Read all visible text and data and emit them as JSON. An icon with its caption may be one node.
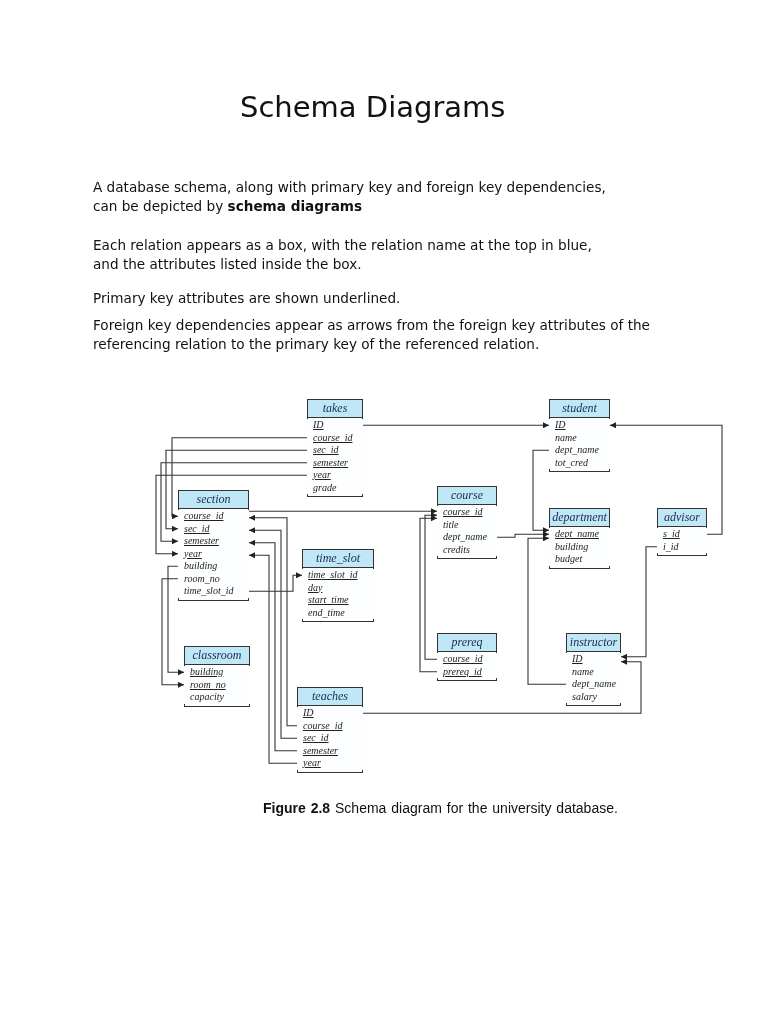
{
  "diagram": {
    "title": "Schema Diagrams",
    "caption": "**Figure 2.8** Schema diagram for the university database.",
    "labels": [
      "A database schema, along with primary key and foreign key dependencies, can be depicted by **schema diagrams**",
      "Each relation appears as a box, with the relation name at the top in blue, and the attributes listed inside the box.",
      "Primary key attributes are shown underlined.",
      "Foreign key dependencies appear as arrows from the foreign key attributes of the referencing relation to the primary key of the referenced relation."
    ],
    "nodes": [
      {
        "text": [
          "takes"
        ]
      },
      {
        "text": [
          "ID"
        ],
        "in": 0
      },
      {
        "text": [
          "course_id"
        ],
        "in": 0
      },
      {
        "text": [
          "sec_id"
        ],
        "in": 0
      },
      {
        "text": [
          "semester"
        ],
        "in": 0
      },
      {
        "text": [
          "year"
        ],
        "in": 0
      },
      {
        "text": [
          "grade"
        ],
        "in": 0
      },
      {
        "text": [
          "student"
        ]
      },
      {
        "text": [
          "ID"
        ],
        "in": 7
      },
      {
        "text": [
          "name"
        ],
        "in": 7
      },
      {
        "text": [
          "dept_name"
        ],
        "in": 7
      },
      {
        "text": [
          "tot_cred"
        ],
        "in": 7
      },
      {
        "text": [
          "section"
        ]
      },
      {
        "text": [
          "course_id"
        ],
        "in": 12
      },
      {
        "text": [
          "sec_id"
        ],
        "in": 12
      },
      {
        "text": [
          "semester"
        ],
        "in": 12
      },
      {
        "text": [
          "year"
        ],
        "in": 12
      },
      {
        "text": [
          "building"
        ],
        "in": 12
      },
      {
        "text": [
          "room_no"
        ],
        "in": 12
      },
      {
        "text": [
          "time_slot_id"
        ],
        "in": 12
      },
      {
        "text": [
          "course"
        ]
      },
      {
        "text": [
          "course_id"
        ],
        "in": 20
      },
      {
        "text": [
          "title"
        ],
        "in": 20
      },
      {
        "text": [
          "dept_name"
        ],
        "in": 20
      },
      {
        "text": [
          "credits"
        ],
        "in": 20
      },
      {
        "text": [
          "department"
        ]
      },
      {
        "text": [
          "dept_name"
        ],
        "in": 25
      },
      {
        "text": [
          "building"
        ],
        "in": 25
      },
      {
        "text": [
          "budget"
        ],
        "in": 25
      },
      {
        "text": [
          "advisor"
        ]
      },
      {
        "text": [
          "s_id"
        ],
        "in": 29
      },
      {
        "text": [
          "i_id"
        ],
        "in": 29
      },
      {
        "text": [
          "time_slot"
        ]
      },
      {
        "text": [
          "time_slot_id"
        ],
        "in": 32
      },
      {
        "text": [
          "day"
        ],
        "in": 32
      },
      {
        "text": [
          "start_time"
        ],
        "in": 32
      },
      {
        "text": [
          "end_time"
        ],
        "in": 32
      },
      {
        "text": [
          "classroom"
        ]
      },
      {
        "text": [
          "building"
        ],
        "in": 37
      },
      {
        "text": [
          "room_no"
        ],
        "in": 37
      },
      {
        "text": [
          "capacity"
        ],
        "in": 37
      },
      {
        "text": [
          "prereq"
        ]
      },
      {
        "text": [
          "course_id"
        ],
        "in": 41
      },
      {
        "text": [
          "prereq_id"
        ],
        "in": 41
      },
      {
        "text": [
          "instructor"
        ]
      },
      {
        "text": [
          "ID"
        ],
        "in": 44
      },
      {
        "text": [
          "name"
        ],
        "in": 44
      },
      {
        "text": [
          "dept_name"
        ],
        "in": 44
      },
      {
        "text": [
          "salary"
        ],
        "in": 44
      },
      {
        "text": [
          "teaches"
        ]
      },
      {
        "text": [
          "ID"
        ],
        "in": 49
      },
      {
        "text": [
          "course_id"
        ],
        "in": 49
      },
      {
        "text": [
          "sec_id"
        ],
        "in": 49
      },
      {
        "text": [
          "semester"
        ],
        "in": 49
      },
      {
        "text": [
          "year"
        ],
        "in": 49
      }
    ],
    "edges": [
      {
        "from": 1,
        "to": 8,
        "arrow": "to"
      },
      {
        "from": 2,
        "to": 13,
        "arrow": "to"
      },
      {
        "from": 3,
        "to": 14,
        "arrow": "to"
      },
      {
        "from": 4,
        "to": 15,
        "arrow": "to"
      },
      {
        "from": 5,
        "to": 16,
        "arrow": "to"
      },
      {
        "from": 13,
        "to": 21,
        "arrow": "to"
      },
      {
        "from": 17,
        "to": 38,
        "arrow": "to"
      },
      {
        "from": 18,
        "to": 39,
        "arrow": "to"
      },
      {
        "from": 19,
        "to": 33,
        "arrow": "to"
      },
      {
        "from": 23,
        "to": 26,
        "arrow": "to"
      },
      {
        "from": 42,
        "to": 21,
        "arrow": "to"
      },
      {
        "from": 43,
        "to": 21,
        "arrow": "to"
      },
      {
        "from": 10,
        "to": 26,
        "arrow": "to"
      },
      {
        "from": 47,
        "to": 26,
        "arrow": "to"
      },
      {
        "from": 30,
        "to": 8,
        "arrow": "to"
      },
      {
        "from": 31,
        "to": 45,
        "arrow": "to"
      },
      {
        "from": 50,
        "to": 45,
        "arrow": "to"
      },
      {
        "from": 51,
        "to": 13,
        "arrow": "to"
      },
      {
        "from": 52,
        "to": 14,
        "arrow": "to"
      },
      {
        "from": 53,
        "to": 15,
        "arrow": "to"
      },
      {
        "from": 54,
        "to": 16,
        "arrow": "to"
      }
    ]
  }
}
